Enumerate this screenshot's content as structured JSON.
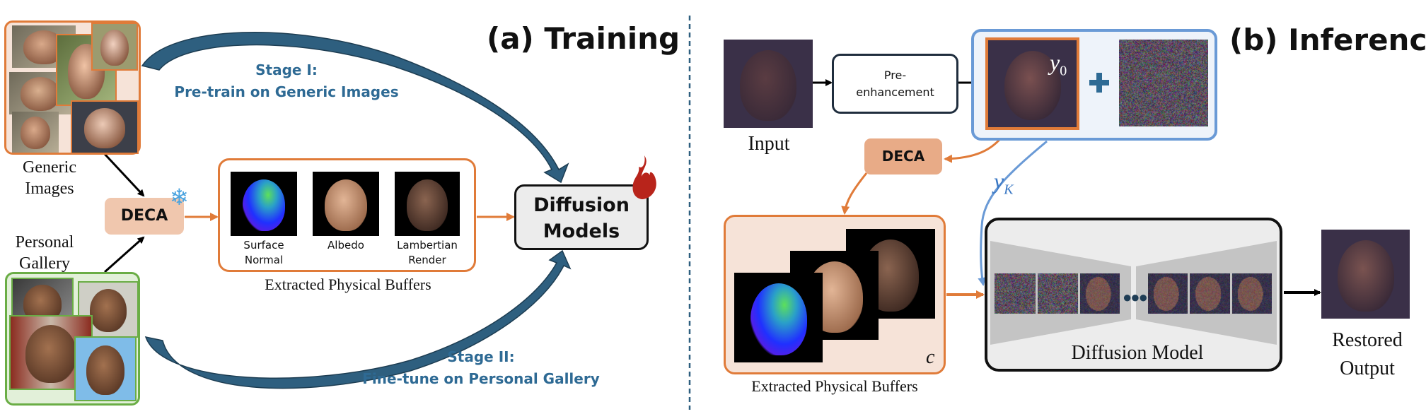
{
  "training": {
    "title": "(a) Training",
    "generic_images_label": [
      "Generic",
      "Images"
    ],
    "personal_gallery_label": [
      "Personal",
      "Gallery"
    ],
    "deca_label": "DECA",
    "buffers": [
      {
        "label": [
          "Surface",
          "Normal"
        ]
      },
      {
        "label": [
          "Albedo"
        ]
      },
      {
        "label": [
          "Lambertian",
          "Render"
        ]
      }
    ],
    "buffers_caption": "Extracted Physical Buffers",
    "diffusion_label": [
      "Diffusion",
      "Models"
    ],
    "stage1": [
      "Stage I:",
      "Pre-train on Generic Images"
    ],
    "stage2": [
      "Stage II:",
      "Fine-tune on Personal Gallery"
    ],
    "icons": {
      "frozen": "snowflake-icon",
      "trainable": "fire-icon"
    }
  },
  "inference": {
    "title": "(b) Inference",
    "input_label": "Input",
    "pre_enhancement_label": [
      "Pre-",
      "enhancement"
    ],
    "y0_label": "y",
    "y0_sub": "0",
    "yk_label": "y",
    "yk_sub": "K",
    "plus_icon": "plus-icon",
    "deca_label": "DECA",
    "c_label": "c",
    "buffers_caption": "Extracted Physical Buffers",
    "diffusion_label": "Diffusion Model",
    "restored_label": [
      "Restored",
      "Output"
    ]
  },
  "colors": {
    "orange": "#e07b39",
    "peach_fill": "#f6e3d8",
    "deca_fill": "#f0c7ae",
    "green": "#6aad45",
    "green_fill": "#e2f0d9",
    "blue_arrow": "#2e5f7f",
    "blue_text": "#2e6a94",
    "light_blue": "#6a9ad6",
    "light_blue_fill": "#eef3fa",
    "fire": "#b8241b",
    "snowflake": "#4aa3df"
  }
}
